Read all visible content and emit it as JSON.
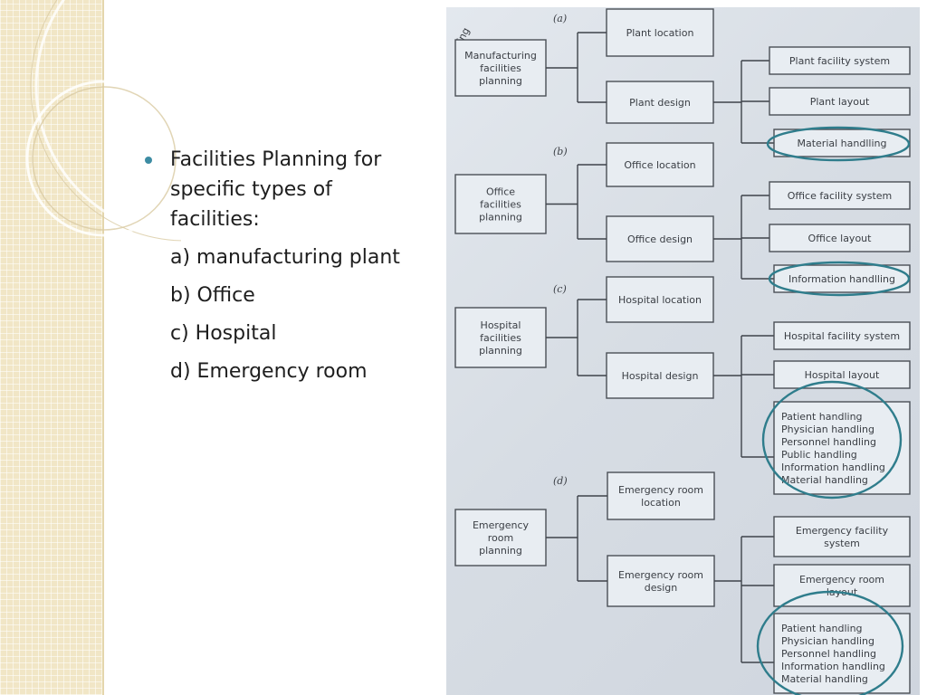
{
  "bullet": {
    "text": "Facilities Planning for specific types of facilities:",
    "items": [
      "a) manufacturing plant",
      "b) Office",
      "c) Hospital",
      "d) Emergency room"
    ]
  },
  "diagram": {
    "stamp": "Eng",
    "sections": [
      {
        "tag": "(a)",
        "root": [
          "Manufacturing",
          "facilities",
          "planning"
        ],
        "location": [
          "Plant location"
        ],
        "design": [
          "Plant design"
        ],
        "outputs": [
          [
            "Plant facility system"
          ],
          [
            "Plant layout"
          ],
          [
            "Material handlling"
          ]
        ]
      },
      {
        "tag": "(b)",
        "root": [
          "Office",
          "facilities",
          "planning"
        ],
        "location": [
          "Office location"
        ],
        "design": [
          "Office design"
        ],
        "outputs": [
          [
            "Office facility system"
          ],
          [
            "Office layout"
          ],
          [
            "Information handlling"
          ]
        ]
      },
      {
        "tag": "(c)",
        "root": [
          "Hospital",
          "facilities",
          "planning"
        ],
        "location": [
          "Hospital location"
        ],
        "design": [
          "Hospital design"
        ],
        "outputs": [
          [
            "Hospital facility system"
          ],
          [
            "Hospital layout"
          ],
          [
            "Patient handling",
            "Physician handling",
            "Personnel handling",
            "Public handling",
            "Information handling",
            "Material handling"
          ]
        ]
      },
      {
        "tag": "(d)",
        "root": [
          "Emergency",
          "room",
          "planning"
        ],
        "location": [
          "Emergency room",
          "location"
        ],
        "design": [
          "Emergency room",
          "design"
        ],
        "outputs": [
          [
            "Emergency facility",
            "system"
          ],
          [
            "Emergency room",
            "layout"
          ],
          [
            "Patient handling",
            "Physician handling",
            "Personnel handling",
            "Information handling",
            "Material handling"
          ]
        ]
      }
    ]
  },
  "colors": {
    "accent": "#3d8ca3",
    "circle": "#2f7d8c",
    "sidebar": "#f1e6c6"
  }
}
